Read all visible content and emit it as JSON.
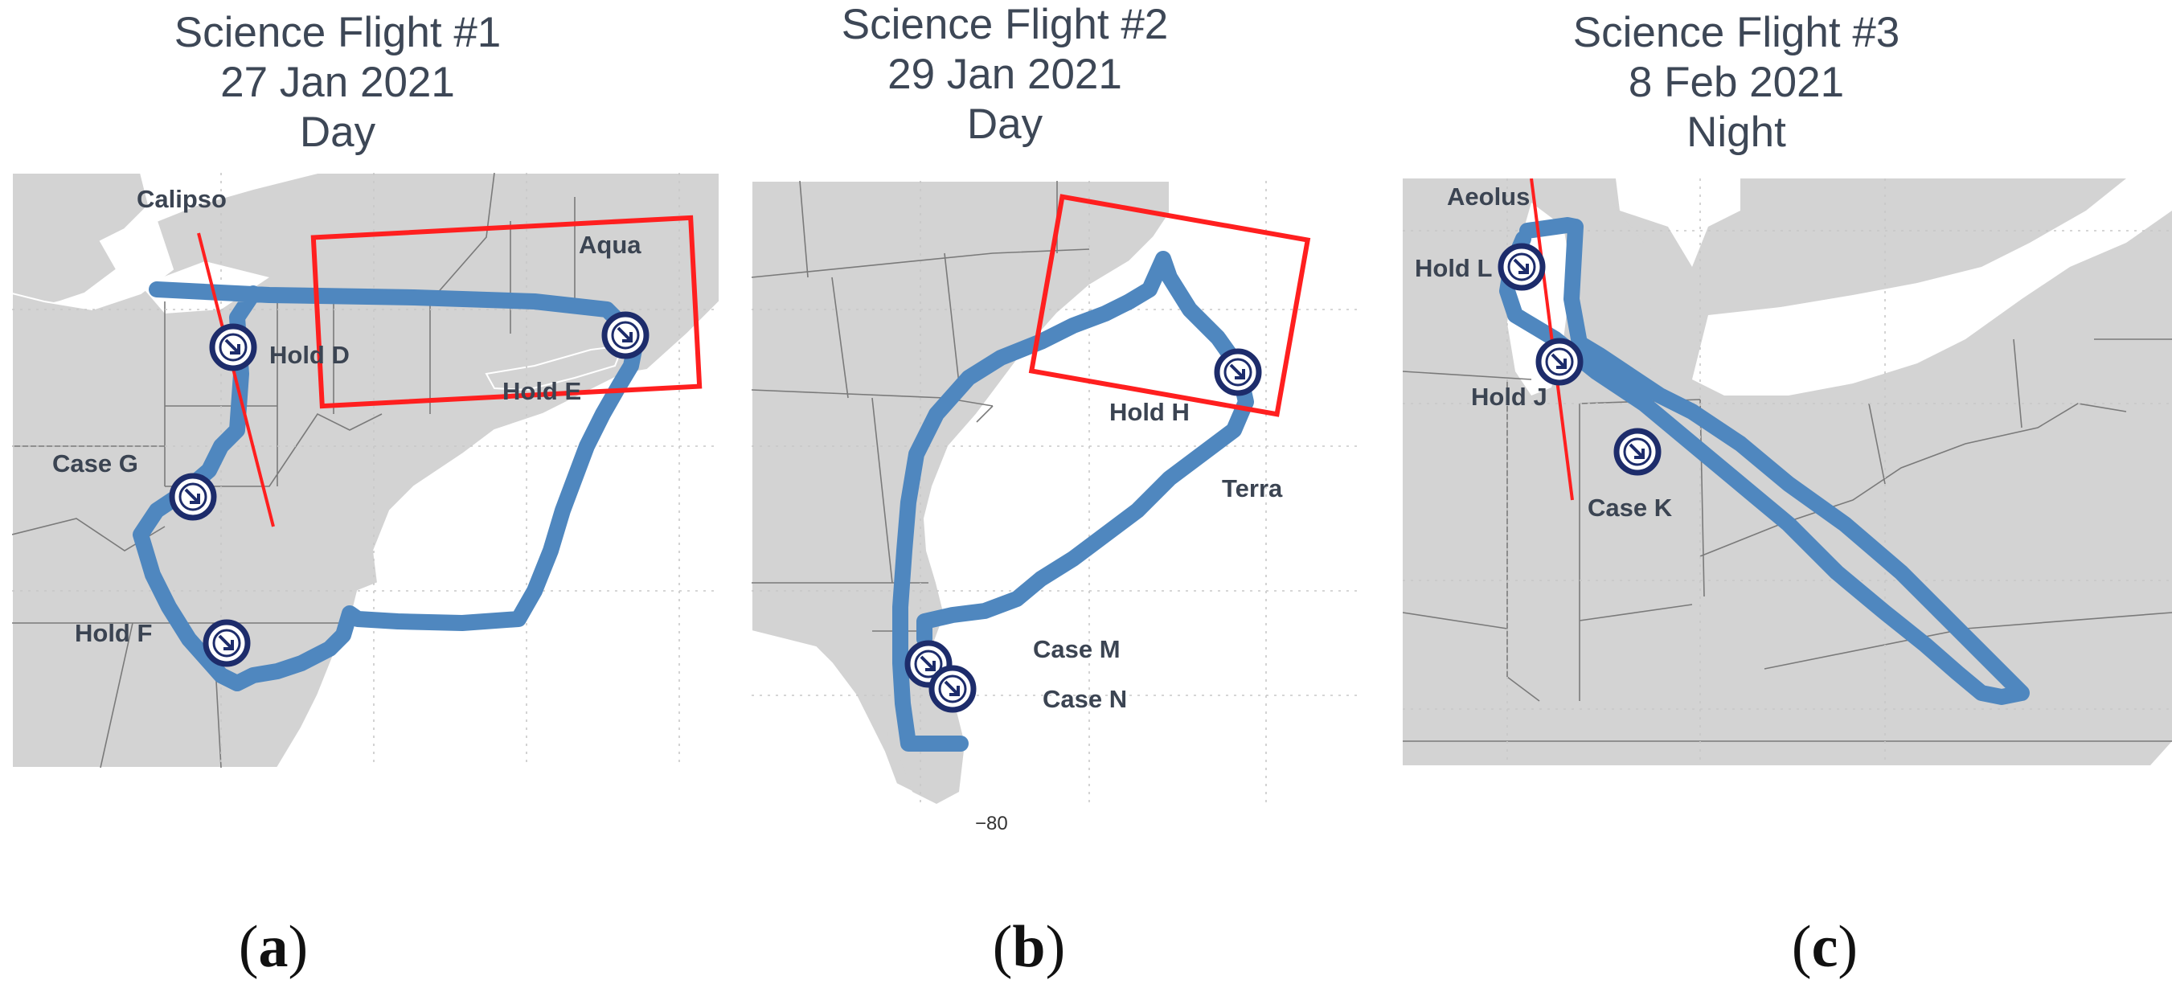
{
  "panels": [
    {
      "title": [
        "Science Flight #1",
        "27 Jan 2021",
        "Day"
      ],
      "caption": "a",
      "satellites": [
        "Calipso",
        "Aqua"
      ],
      "points": [
        "Hold D",
        "Hold E",
        "Case G",
        "Hold F"
      ]
    },
    {
      "title": [
        "Science Flight #2",
        "29 Jan 2021",
        "Day"
      ],
      "caption": "b",
      "satellites": [
        "Terra"
      ],
      "points": [
        "Hold H",
        "Case M",
        "Case N"
      ],
      "lon_tick": "−80"
    },
    {
      "title": [
        "Science Flight #3",
        "8 Feb 2021",
        "Night"
      ],
      "caption": "c",
      "satellites": [
        "Aeolus"
      ],
      "points": [
        "Hold L",
        "Hold J",
        "Case K"
      ]
    }
  ],
  "colors": {
    "land": "#d3d3d3",
    "flight_track": "#4f87bf",
    "satellite_overpass": "#ff1f1f",
    "waypoint_marker": "#1d2c6b",
    "label_text": "#3b4452"
  },
  "icons": {
    "waypoint": "circled-arrow-icon"
  }
}
